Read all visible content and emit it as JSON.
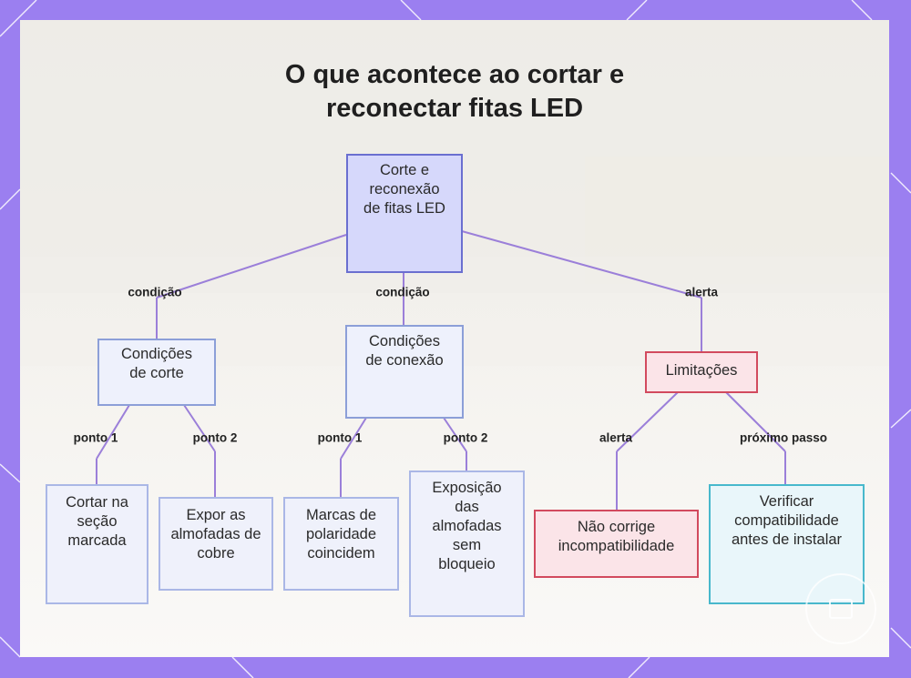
{
  "title": "O que acontece ao cortar e reconectar fitas LED",
  "nodes": {
    "root": "Corte e reconexão de fitas LED",
    "cut_conditions": "Condições de corte",
    "connection_conditions": "Condições de conexão",
    "limitations": "Limitações",
    "cut_marked": "Cortar na seção marcada",
    "expose_copper": "Expor as almofadas de cobre",
    "polarity": "Marcas de polaridade coincidem",
    "exposure": "Exposição das almofadas sem bloqueio",
    "no_fix": "Não corrige incompatibilidade",
    "verify": "Verificar compatibilidade antes de instalar"
  },
  "edge_labels": {
    "root_cut": "condição",
    "root_conn": "condição",
    "root_lim": "alerta",
    "cut_p1": "ponto 1",
    "cut_p2": "ponto 2",
    "conn_p1": "ponto 1",
    "conn_p2": "ponto 2",
    "lim_alert": "alerta",
    "lim_next": "próximo passo"
  },
  "colors": {
    "frame": "#9b7ff0",
    "edge": "#9b7fd9",
    "root_border": "#6a6fd0",
    "alert_border": "#d24a5e",
    "next_border": "#48b8cc"
  },
  "icons": [
    "logo-circle-icon"
  ]
}
